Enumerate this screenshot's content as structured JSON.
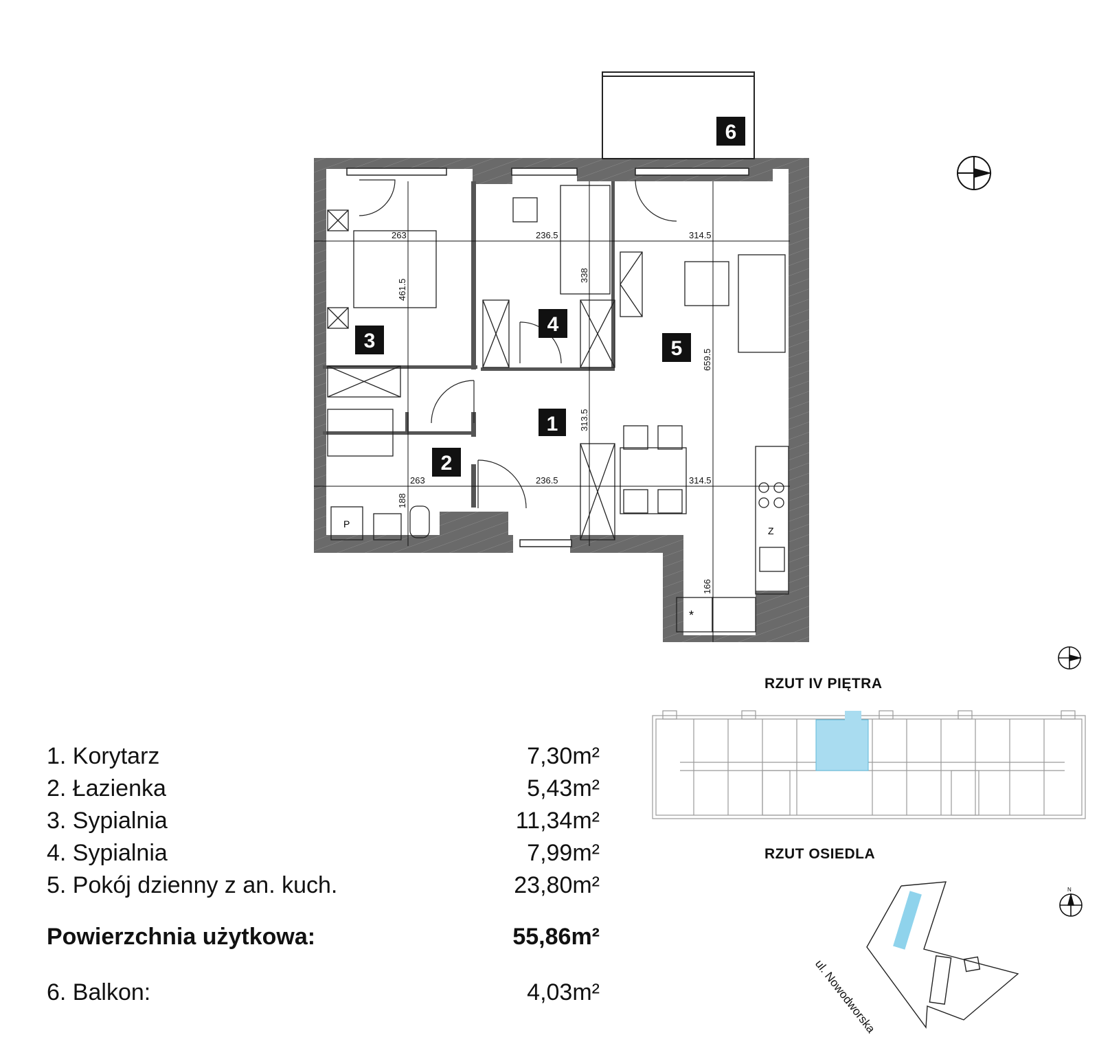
{
  "rooms": [
    {
      "number": "1",
      "name": "1. Korytarz",
      "area": "7,30m²"
    },
    {
      "number": "2",
      "name": "2. Łazienka",
      "area": "5,43m²"
    },
    {
      "number": "3",
      "name": "3. Sypialnia",
      "area": "11,34m²"
    },
    {
      "number": "4",
      "name": "4. Sypialnia",
      "area": "7,99m²"
    },
    {
      "number": "5",
      "name": "5. Pokój dzienny z an. kuch.",
      "area": "23,80m²"
    }
  ],
  "total": {
    "label": "Powierzchnia użytkowa:",
    "area": "55,86m²"
  },
  "balcony": {
    "number": "6",
    "name": "6. Balkon:",
    "area": "4,03m²"
  },
  "dimensions": {
    "d263_top": "263",
    "d2365_top": "236.5",
    "d3145_top": "314.5",
    "d4615": "461.5",
    "d338": "338",
    "d6595": "659.5",
    "d3135": "313.5",
    "d263_bottom": "263",
    "d2365_bottom": "236.5",
    "d3145_bottom": "314.5",
    "d188": "188",
    "d166": "166"
  },
  "fixtures": {
    "p": "P",
    "z": "Z",
    "fridge": "*"
  },
  "compass": {
    "n": "N"
  },
  "floor_plan_caption": "RZUT IV PIĘTRA",
  "estate_plan_caption": "RZUT OSIEDLA",
  "street_label": "ul. Nowodworska",
  "colors": {
    "wall": "#666666",
    "highlight": "#a9dcf0",
    "estate_building": "#8fd3ec"
  }
}
